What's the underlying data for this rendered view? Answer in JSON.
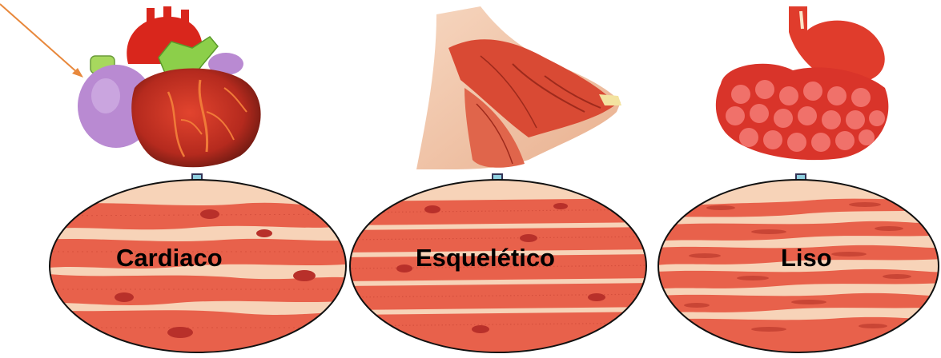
{
  "panels": [
    {
      "organ_icon": "heart-icon",
      "label": "Cardiaco"
    },
    {
      "organ_icon": "arm-muscle-icon",
      "label": "Esquelético"
    },
    {
      "organ_icon": "stomach-intestine-icon",
      "label": "Liso"
    }
  ],
  "colors": {
    "muscle": "#e8614b",
    "muscle_dark": "#c94535",
    "fiber_light": "#f7d3b8",
    "arrow": "#8ecfdf",
    "pointer": "#e8883c",
    "heart_red": "#c82a22",
    "heart_purple": "#b98ad2",
    "heart_green": "#8ccf4a"
  }
}
